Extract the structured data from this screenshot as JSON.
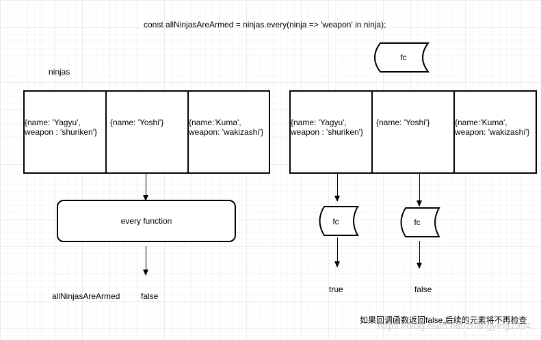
{
  "code_line": "const allNinjasAreArmed = ninjas.every(ninja => 'weapon' in ninja);",
  "left": {
    "array_label": "ninjas",
    "cells": [
      "{name: 'Yagyu',\nweapon : 'shuriken'}",
      "{name: 'Yoshi'}",
      "{name:'Kuma',\nweapon: 'wakizashi'}"
    ],
    "function_label": "every function",
    "result_name": "allNinjasAreArmed",
    "result_value": "false"
  },
  "right": {
    "callback_top_label": "fc",
    "cells": [
      "{name: 'Yagyu',\nweapon : 'shuriken'}",
      "{name: 'Yoshi'}",
      "{name:'Kuma',\nweapon: 'wakizashi'}"
    ],
    "callbacks": [
      {
        "label": "fc",
        "result": "true"
      },
      {
        "label": "fc",
        "result": "false"
      }
    ]
  },
  "note": "如果回调函数返回false,后续的元素将不再检查",
  "watermark": "https://blog.csdn.net/zhangying1994"
}
